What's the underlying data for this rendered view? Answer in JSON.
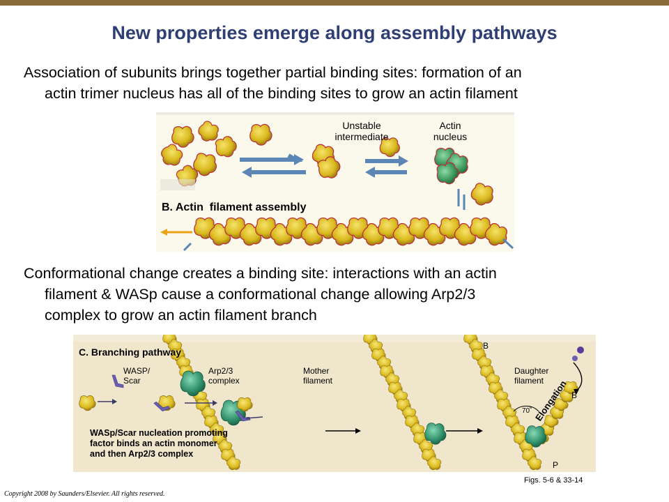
{
  "slide": {
    "title": "New properties emerge along assembly pathways",
    "bullet1_line1": "Association of subunits brings together partial binding sites: formation of an",
    "bullet1_line2": "actin trimer nucleus has all of the binding sites to grow an actin filament",
    "bullet2_line1": "Conformational change creates a binding site: interactions with an actin",
    "bullet2_line2": "filament & WASp cause a conformational change allowing Arp2/3",
    "bullet2_line3": "complex to grow an actin filament branch",
    "copyright": "Copyright 2008 by Saunders/Elsevier. All rights reserved.",
    "figure_ref": "Figs. 5-6 & 33-14"
  },
  "figure1": {
    "unstable_label_1": "Unstable",
    "unstable_label_2": "intermediate",
    "nucleus_label_1": "Actin",
    "nucleus_label_2": "nucleus",
    "section_label": "B. Actin  filament assembly"
  },
  "figure2": {
    "section_label": "C. Branching pathway",
    "wasp_label_1": "WASP/",
    "wasp_label_2": "Scar",
    "arp_label_1": "Arp2/3",
    "arp_label_2": "complex",
    "mother_label_1": "Mother",
    "mother_label_2": "filament",
    "daughter_label_1": "Daughter",
    "daughter_label_2": "filament",
    "angle_label": "70˚",
    "elongation_label": "Elongation",
    "b_label_top": "B",
    "b_label_right": "B",
    "p_label": "P",
    "caption_line1": "WASp/Scar nucleation promoting",
    "caption_line2": "factor binds an actin monomer",
    "caption_line3": "and then Arp2/3 complex"
  },
  "colors": {
    "title": "#2f3f74",
    "actin": "#d9b81e",
    "arp": "#2f8f6a",
    "wasp": "#6a5fb0",
    "arrow_blue": "#5b86b5",
    "arrow_orange": "#e8a21a"
  }
}
